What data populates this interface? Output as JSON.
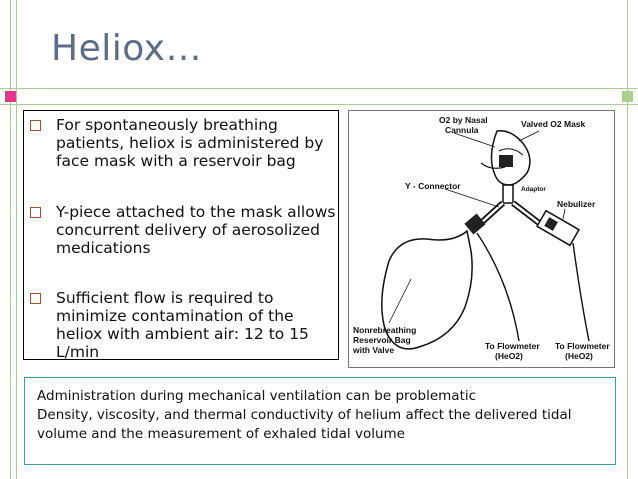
{
  "slide": {
    "title": "Heliox…",
    "bullets": [
      "For spontaneously breathing patients, heliox is administered by face mask with a reservoir bag",
      "Y-piece attached to the mask allows concurrent delivery of aerosolized medications",
      "Sufficient flow is required to minimize contamination of the heliox with ambient air: 12 to 15 L/min"
    ],
    "note_lines": [
      "Administration during mechanical ventilation can be problematic",
      "Density, viscosity, and thermal conductivity of helium affect the delivered tidal",
      "volume and the measurement of exhaled tidal volume"
    ]
  },
  "diagram": {
    "labels": {
      "o2_nasal_1": "O2 by Nasal",
      "o2_nasal_2": "Cannula",
      "valved_mask": "Valved O2 Mask",
      "y_connector": "Y - Connector",
      "adaptor": "Adaptor",
      "nebulizer": "Nebulizer",
      "bag_1": "Nonrebreathing",
      "bag_2": "Reservoir Bag",
      "bag_3": "with Valve",
      "flow1_1": "To Flowmeter",
      "flow1_2": "(HeO2)",
      "flow2_1": "To Flowmeter",
      "flow2_2": "(HeO2)"
    }
  },
  "colors": {
    "title": "#5a6e8c",
    "accent_pink": "#e8338a",
    "accent_green": "#a8d08d",
    "note_border": "#3aa0a8"
  }
}
